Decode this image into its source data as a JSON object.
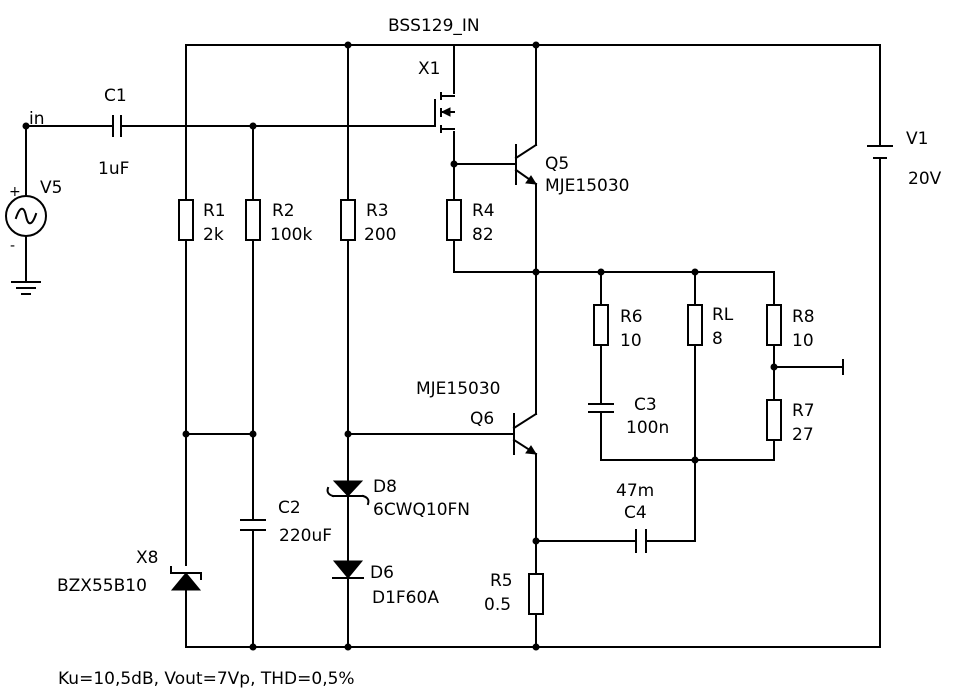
{
  "labels": {
    "x1_model": "BSS129_IN",
    "x1_ref": "X1",
    "in_node": "in",
    "c1_ref": "C1",
    "c1_val": "1uF",
    "v5_ref": "V5",
    "v5_plus": "+",
    "v5_minus": "-",
    "v1_ref": "V1",
    "v1_val": "20V",
    "r1_ref": "R1",
    "r1_val": "2k",
    "r2_ref": "R2",
    "r2_val": "100k",
    "r3_ref": "R3",
    "r3_val": "200",
    "r4_ref": "R4",
    "r4_val": "82",
    "q5_ref": "Q5",
    "q5_model": "MJE15030",
    "q6_model": "MJE15030",
    "q6_ref": "Q6",
    "r6_ref": "R6",
    "r6_val": "10",
    "rl_ref": "RL",
    "rl_val": "8",
    "r8_ref": "R8",
    "r8_val": "10",
    "i_node": "I",
    "r7_ref": "R7",
    "r7_val": "27",
    "c3_ref": "C3",
    "c3_val": "100n",
    "c4_val": "47m",
    "c4_ref": "C4",
    "d8_ref": "D8",
    "d8_model": "6CWQ10FN",
    "d6_ref": "D6",
    "d6_model": "D1F60A",
    "c2_ref": "C2",
    "c2_val": "220uF",
    "x8_ref": "X8",
    "x8_model": "BZX55B10",
    "r5_ref": "R5",
    "r5_val": "0.5",
    "footer": "Ku=10,5dB, Vout=7Vp, THD=0,5%"
  }
}
